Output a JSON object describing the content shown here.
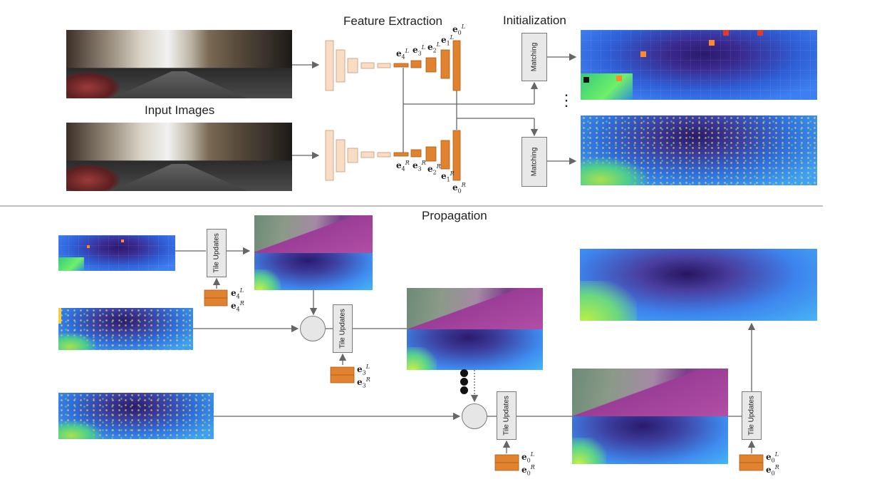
{
  "labels": {
    "feature_extraction": "Feature Extraction",
    "initialization": "Initialization",
    "input_images": "Input Images",
    "propagation": "Propagation",
    "matching": "Matching",
    "tile_updates": "Tile Updates",
    "ellipsis": "⋮"
  },
  "features": {
    "left": [
      "e",
      "L",
      "4",
      "3",
      "2",
      "1",
      "0"
    ],
    "right": [
      "e",
      "R",
      "4",
      "3",
      "2",
      "1",
      "0"
    ]
  },
  "colors": {
    "encoder": "#f8dcc4",
    "decoder": "#e0822e",
    "arrow": "#666666",
    "box": "#e8e8e8"
  }
}
